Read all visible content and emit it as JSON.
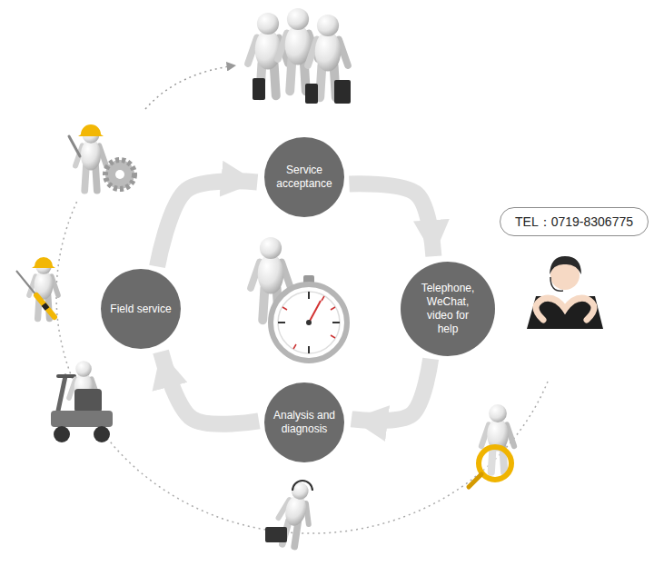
{
  "diagram": {
    "nodes": [
      {
        "text": [
          "Service acceptance"
        ]
      },
      {
        "text": [
          "TEL：0719-8306775"
        ]
      },
      {
        "text": [
          "Telephone, WeChat, video for help"
        ]
      },
      {
        "text": [
          "Analysis and diagnosis"
        ]
      },
      {
        "text": [
          "Field service"
        ]
      }
    ],
    "edges": [
      {
        "from": 0,
        "to": 2,
        "arrow": "to"
      },
      {
        "from": 2,
        "to": 3,
        "arrow": "to"
      },
      {
        "from": 3,
        "to": 4,
        "arrow": "to"
      },
      {
        "from": 4,
        "to": 0,
        "arrow": "to"
      }
    ]
  }
}
